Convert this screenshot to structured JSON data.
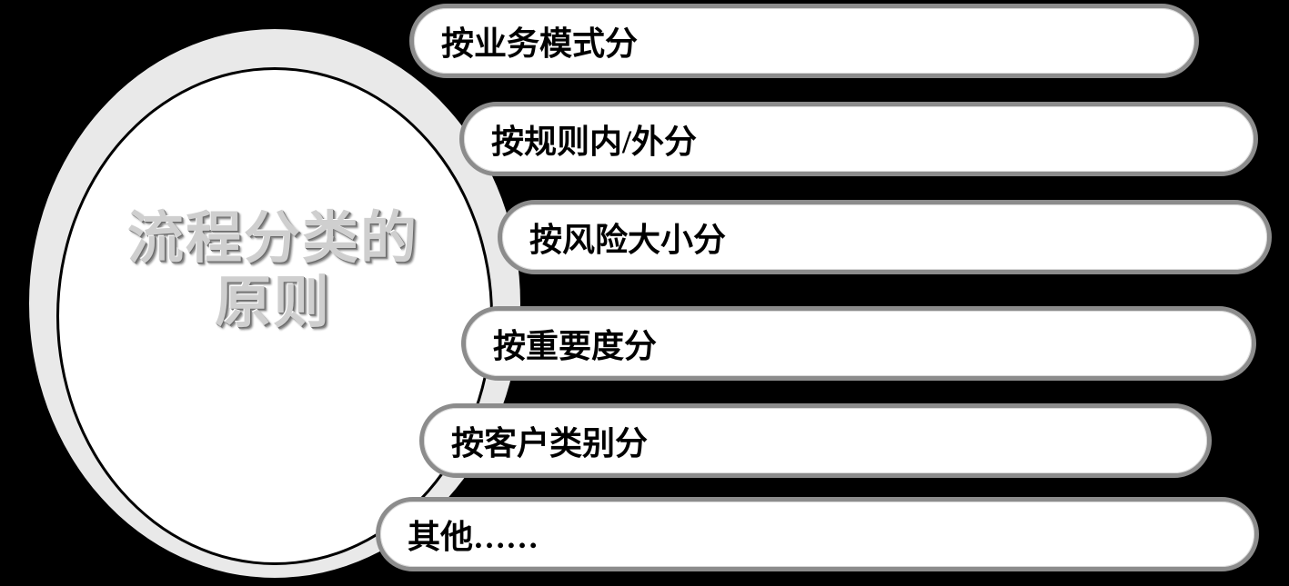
{
  "diagram": {
    "title_line1": "流程分类的",
    "title_line2": "原则",
    "items": [
      {
        "label": "按业务模式分"
      },
      {
        "label": "按规则内/外分"
      },
      {
        "label": "按风险大小分"
      },
      {
        "label": "按重要度分"
      },
      {
        "label": "按客户类别分"
      },
      {
        "label": "其他……"
      }
    ]
  },
  "colors": {
    "background": "#000000",
    "circle_outer_fill": "#e9e9e9",
    "circle_inner_fill": "#ffffff",
    "circle_border": "#000000",
    "pill_fill": "#ffffff",
    "pill_border": "#8c8c8c",
    "pill_text": "#000000",
    "title_text": "#cfcfcf"
  }
}
